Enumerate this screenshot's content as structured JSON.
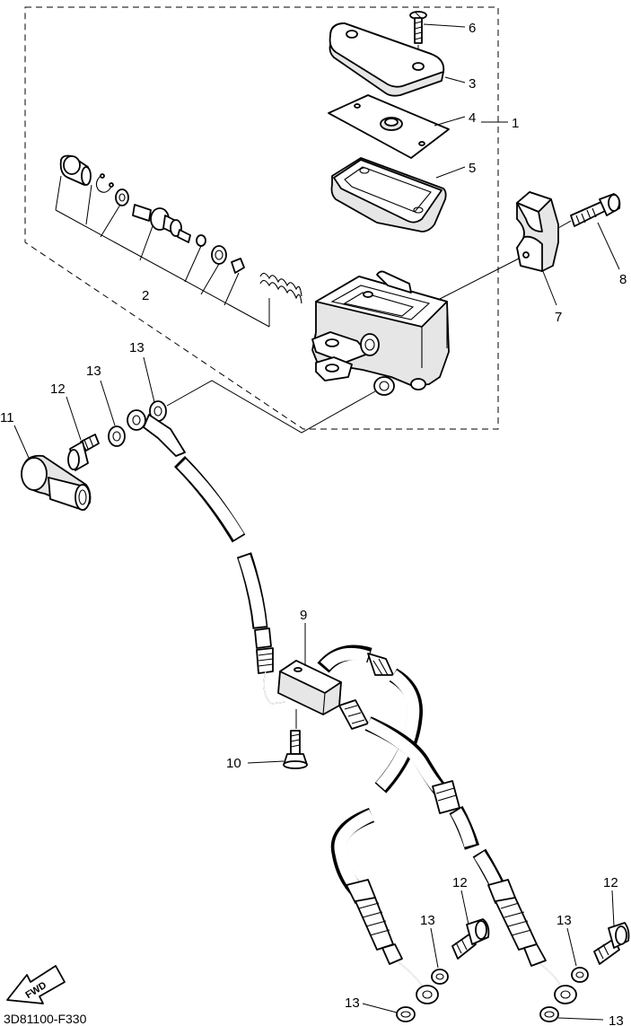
{
  "diagram": {
    "drawing_code": "3D81100-F330",
    "fwd_label": "FWD",
    "callouts": [
      {
        "id": "c6",
        "text": "6"
      },
      {
        "id": "c3",
        "text": "3"
      },
      {
        "id": "c4",
        "text": "4"
      },
      {
        "id": "c1",
        "text": "1"
      },
      {
        "id": "c5",
        "text": "5"
      },
      {
        "id": "c8",
        "text": "8"
      },
      {
        "id": "c7",
        "text": "7"
      },
      {
        "id": "c2",
        "text": "2"
      },
      {
        "id": "c13a",
        "text": "13"
      },
      {
        "id": "c13b",
        "text": "13"
      },
      {
        "id": "c12a",
        "text": "12"
      },
      {
        "id": "c11",
        "text": "11"
      },
      {
        "id": "c9",
        "text": "9"
      },
      {
        "id": "c10",
        "text": "10"
      },
      {
        "id": "c12b",
        "text": "12"
      },
      {
        "id": "c12c",
        "text": "12"
      },
      {
        "id": "c13c",
        "text": "13"
      },
      {
        "id": "c13d",
        "text": "13"
      },
      {
        "id": "c13e",
        "text": "13"
      },
      {
        "id": "c13f",
        "text": "13"
      }
    ]
  }
}
